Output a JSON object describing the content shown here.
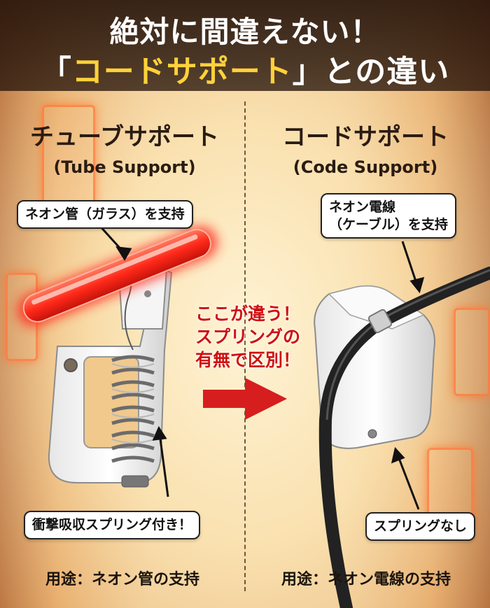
{
  "title": {
    "line1": "絶対に間違えない！",
    "line2_prefix": "「",
    "line2_accent": "コードサポート",
    "line2_suffix": "」との違い"
  },
  "left": {
    "heading_jp": "チューブサポート",
    "heading_en": "(Tube Support)",
    "callout_top": "ネオン管（ガラス）を支持",
    "callout_bottom": "衝撃吸収スプリング付き！",
    "usage": "用途：ネオン管の支持"
  },
  "right": {
    "heading_jp": "コードサポート",
    "heading_en": "(Code Support)",
    "callout_top_line1": "ネオン電線",
    "callout_top_line2": "（ケーブル）を支持",
    "callout_bottom": "スプリングなし",
    "usage": "用途：ネオン電線の支持"
  },
  "center": {
    "line1": "ここが違う！",
    "line2": "スプリングの",
    "line3": "有無で区別！",
    "arrow_color": "#d61e1e"
  },
  "colors": {
    "header_bg": "#2b170c",
    "accent_yellow": "#ffd23a",
    "neon_red": "#ff2a1a"
  },
  "icons": [
    "neon-tube",
    "tube-support-bracket",
    "spring",
    "cord-support-bracket",
    "cable",
    "arrow-right"
  ]
}
